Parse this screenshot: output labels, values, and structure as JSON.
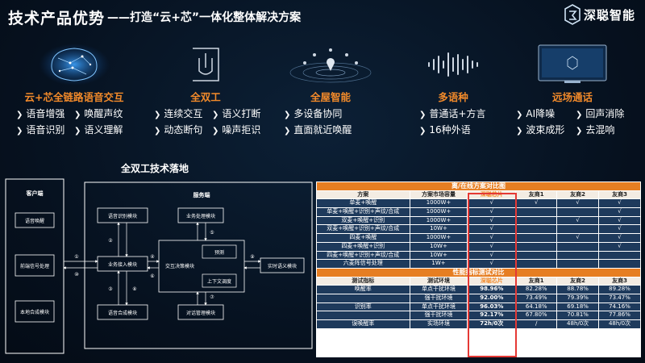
{
  "header": {
    "title": "技术产品优势",
    "subtitle": "——打造“云+芯”一体化整体解决方案",
    "logo_text": "深聪智能"
  },
  "features": [
    {
      "title": "云+芯全链路语音交互",
      "items": [
        "语音增强",
        "唤醒声纹",
        "语音识别",
        "语义理解"
      ]
    },
    {
      "title": "全双工",
      "items": [
        "连续交互",
        "语义打断",
        "动态断句",
        "噪声拒识"
      ]
    },
    {
      "title": "全屋智能",
      "items": [
        "多设备协同",
        "直面就近唤醒"
      ]
    },
    {
      "title": "多语种",
      "items": [
        "普通话+方言",
        "16种外语"
      ]
    },
    {
      "title": "远场通话",
      "items": [
        "AI降噪",
        "回声消除",
        "波束成形",
        "去混响"
      ]
    }
  ],
  "diagram": {
    "title": "全双工技术落地",
    "client_label": "客户端",
    "server_label": "服务端",
    "client_boxes": [
      "语音唤醒",
      "前端信号处理",
      "本地合成模块"
    ],
    "server_boxes": {
      "asr": "语音识别模块",
      "biz": "业务处理模块",
      "access": "业务接入模块",
      "decision": "交互决策模块",
      "predict": "预测",
      "context": "上下文调度",
      "tts": "语音合成模块",
      "dialog": "对话管理模块",
      "nlu": "实时语义模块"
    },
    "steps": [
      "①",
      "②",
      "③",
      "④",
      "⑤",
      "⑥",
      "⑦",
      "⑧",
      "⑨",
      "⑩"
    ]
  },
  "table": {
    "section1_title": "离/在线方案对比图",
    "head1": [
      "方案",
      "方案市场容量",
      "深聪芯片",
      "友商1",
      "友商2",
      "友商3"
    ],
    "rows1": [
      [
        "单麦+唤醒",
        "1000W+",
        "√",
        "√",
        "√",
        "√"
      ],
      [
        "单麦+唤醒+识别+声纹/合成",
        "1000W+",
        "√",
        "",
        "",
        "√"
      ],
      [
        "双麦+唤醒+识别",
        "1000W+",
        "√",
        "",
        "√",
        "√"
      ],
      [
        "双麦+唤醒+识别+声纹/合成",
        "10W+",
        "√",
        "",
        "",
        "√"
      ],
      [
        "四麦+唤醒",
        "1000W+",
        "√",
        "",
        "√",
        "√"
      ],
      [
        "四麦+唤醒+识别",
        "10W+",
        "√",
        "",
        "",
        "√"
      ],
      [
        "四麦+唤醒+识别+声纹/合成",
        "10W+",
        "√",
        "",
        "",
        ""
      ],
      [
        "六麦阵信号处理",
        "1W+",
        "√",
        "",
        "",
        ""
      ]
    ],
    "section2_title": "性能指标测试对比",
    "head2": [
      "测试指标",
      "测试环境",
      "深聪芯片",
      "友商1",
      "友商2",
      "友商3"
    ],
    "rows2": [
      [
        "唤醒率",
        "单点干扰环境",
        "98.96%",
        "82.28%",
        "88.78%",
        "89.28%"
      ],
      [
        "",
        "强干扰环境",
        "92.00%",
        "73.49%",
        "79.39%",
        "73.47%"
      ],
      [
        "识别率",
        "单点干扰环境",
        "96.03%",
        "64.18%",
        "69.18%",
        "74.16%"
      ],
      [
        "",
        "强干扰环境",
        "92.17%",
        "67.80%",
        "70.81%",
        "77.86%"
      ],
      [
        "误唤醒率",
        "实场环境",
        "72h/0次",
        "/",
        "48h/0次",
        "48h/0次"
      ]
    ]
  },
  "colors": {
    "accent": "#f28a2a",
    "table_header": "#e67e22",
    "table_row": "#1e3a5c",
    "highlight_box": "#e53935"
  }
}
